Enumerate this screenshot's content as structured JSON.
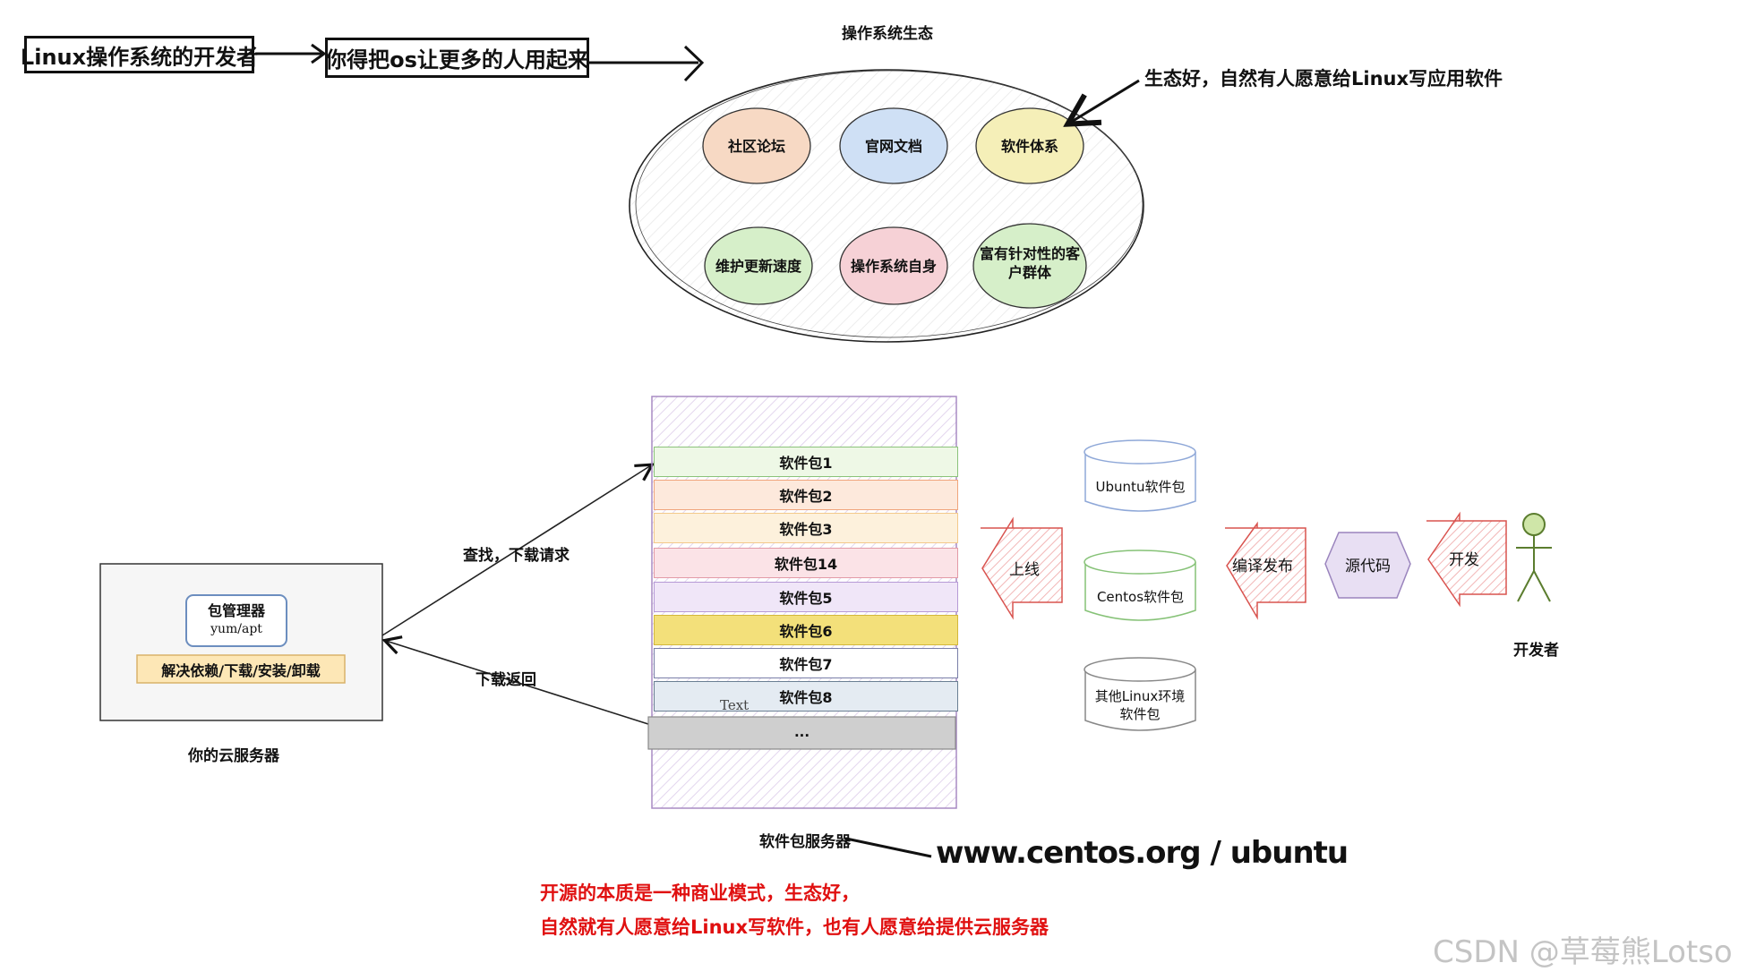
{
  "top_flow": {
    "box1": "Linux操作系统的开发者",
    "box2": "你得把os让更多的人用起来"
  },
  "ecosystem": {
    "title": "操作系统生态",
    "note": "生态好，自然有人愿意给Linux写应用软件",
    "items": [
      "社区论坛",
      "官网文档",
      "软件体系",
      "维护更新速度",
      "操作系统自身",
      "富有针对性的客户群体"
    ]
  },
  "cloud_server": {
    "pm_title": "包管理器",
    "pm_sub": "yum/apt",
    "pm_desc": "解决依赖/下载/安装/卸载",
    "caption": "你的云服务器"
  },
  "arrows": {
    "request": "查找，下载请求",
    "return": "下载返回",
    "online": "上线",
    "compile": "编译发布",
    "develop": "开发"
  },
  "package_server": {
    "packages": [
      "软件包1",
      "软件包2",
      "软件包3",
      "软件包14",
      "软件包5",
      "软件包6",
      "软件包7",
      "软件包8"
    ],
    "text_marker": "Text",
    "more": "...",
    "caption": "软件包服务器",
    "url": "www.centos.org / ubuntu"
  },
  "repos": {
    "ubuntu": "Ubuntu软件包",
    "centos": "Centos软件包",
    "other": "其他Linux环境软件包"
  },
  "source": "源代码",
  "developer": "开发者",
  "conclusion": {
    "line1": "开源的本质是一种商业模式，生态好，",
    "line2": "自然就有人愿意给Linux写软件，也有人愿意给提供云服务器"
  },
  "watermark": "CSDN @草莓熊Lotso",
  "colors": {
    "eco_circle1": "#f7d9c4",
    "eco_circle2": "#cfe0f5",
    "eco_circle3": "#f5efb8",
    "eco_circle4": "#d6efc9",
    "eco_circle5": "#f6d1d6",
    "eco_circle6": "#d6efc9",
    "pkg_borders": [
      "#8bc37a",
      "#f0a57c",
      "#f3c98a",
      "#e39aa6",
      "#b69ad6",
      "#d4b83a",
      "#7a7fa8",
      "#6a7f93"
    ],
    "pkg_fills": [
      "#eef8e6",
      "#fde9dc",
      "#fdf1dc",
      "#fbe3e7",
      "#f0e6f8",
      "#f3e07a",
      "#ffffff",
      "#e4ebf2"
    ],
    "red_text": "#e01010",
    "arrow_red": "#d9534f"
  }
}
